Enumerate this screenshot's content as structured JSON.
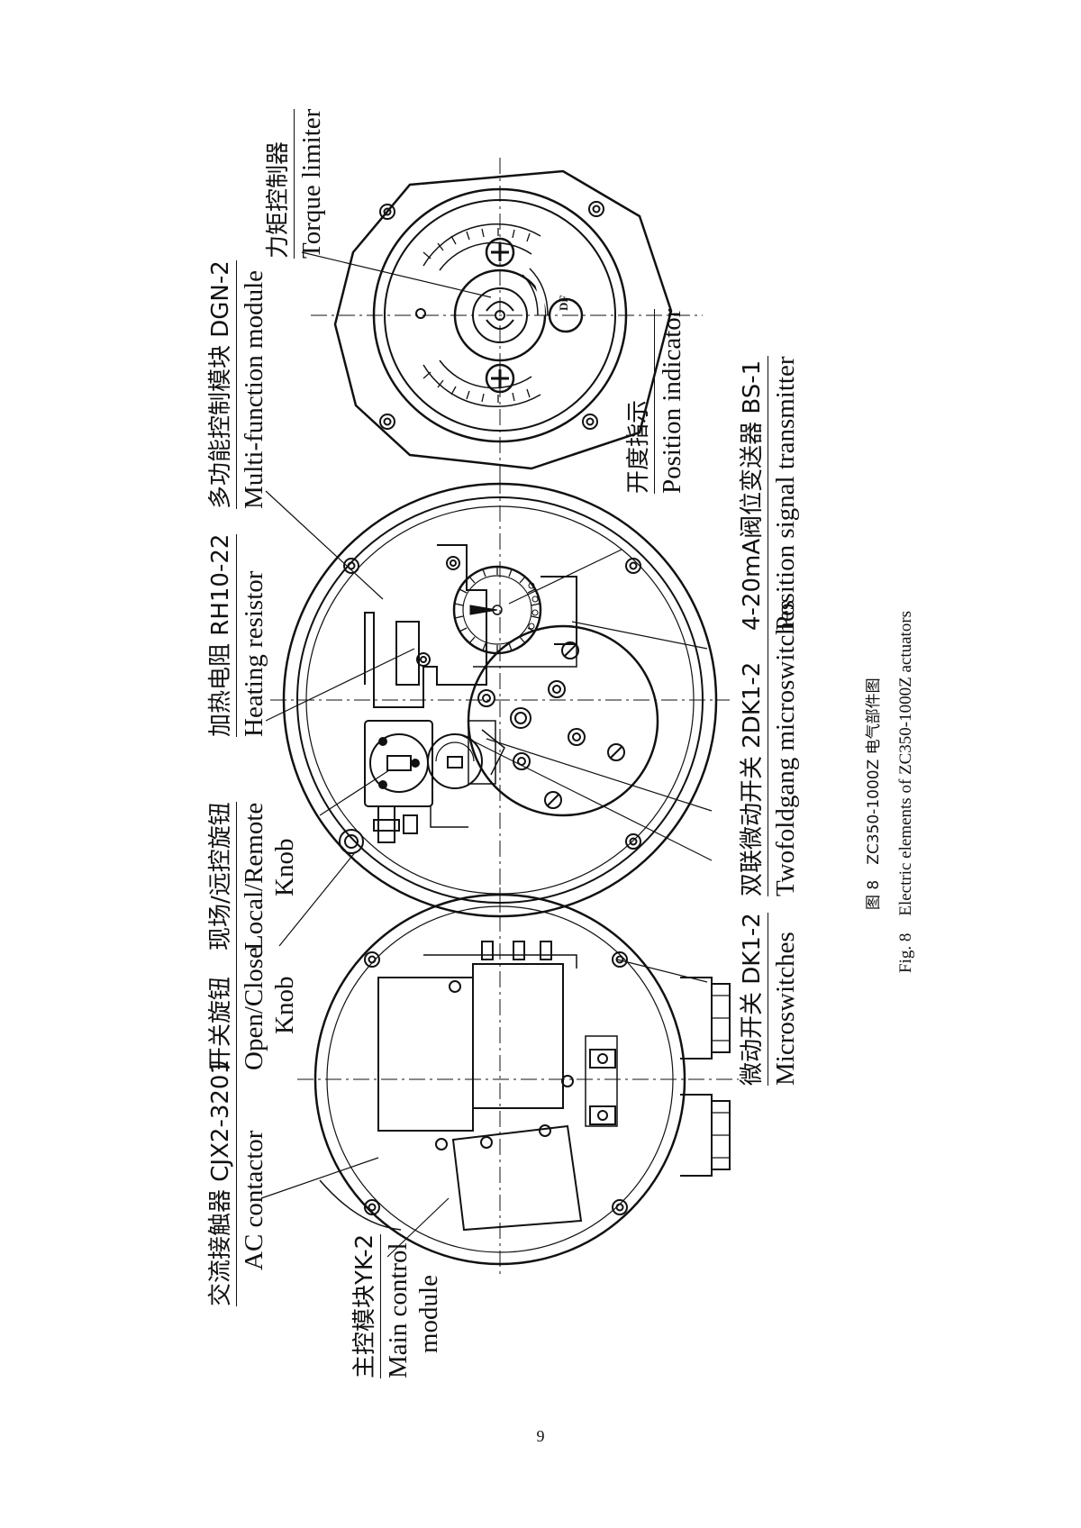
{
  "labels": {
    "torque_limiter": {
      "zh": "力矩控制器",
      "en": "Torque limiter"
    },
    "multi_function": {
      "zh": "多功能控制模块 DGN-2",
      "en": "Multi-function module"
    },
    "position_indicator": {
      "zh": "开度指示",
      "en": "Position indicator"
    },
    "position_transmitter": {
      "zh": "4-20mA阀位变送器 BS-1",
      "en": "Position signal transmitter"
    },
    "heating_resistor": {
      "zh": "加热电阻 RH10-22",
      "en": "Heating resistor"
    },
    "twofold_microswitches": {
      "zh": "双联微动开关 2DK1-2",
      "en": "Twofoldgang microswitches"
    },
    "local_remote": {
      "zh": "现场/远控旋钮",
      "en1": "Local/Remote",
      "en2": "Knob"
    },
    "open_close": {
      "zh": "开关旋钮",
      "en1": "Open/Close",
      "en2": "Knob"
    },
    "microswitches": {
      "zh": "微动开关 DK1-2",
      "en": "Microswitches"
    },
    "ac_contactor": {
      "zh": "交流接触器 CJX2-3201",
      "en": "AC contactor"
    },
    "main_control": {
      "zh": "主控模块YK-2",
      "en1": "Main control",
      "en2": "module"
    }
  },
  "caption": {
    "zh": "图 8　ZC350-1000Z 电气部件图",
    "en": "Fig. 8　Electric elements of ZC350-1000Z actuators"
  },
  "logo_text": "DF",
  "page_number": "9"
}
